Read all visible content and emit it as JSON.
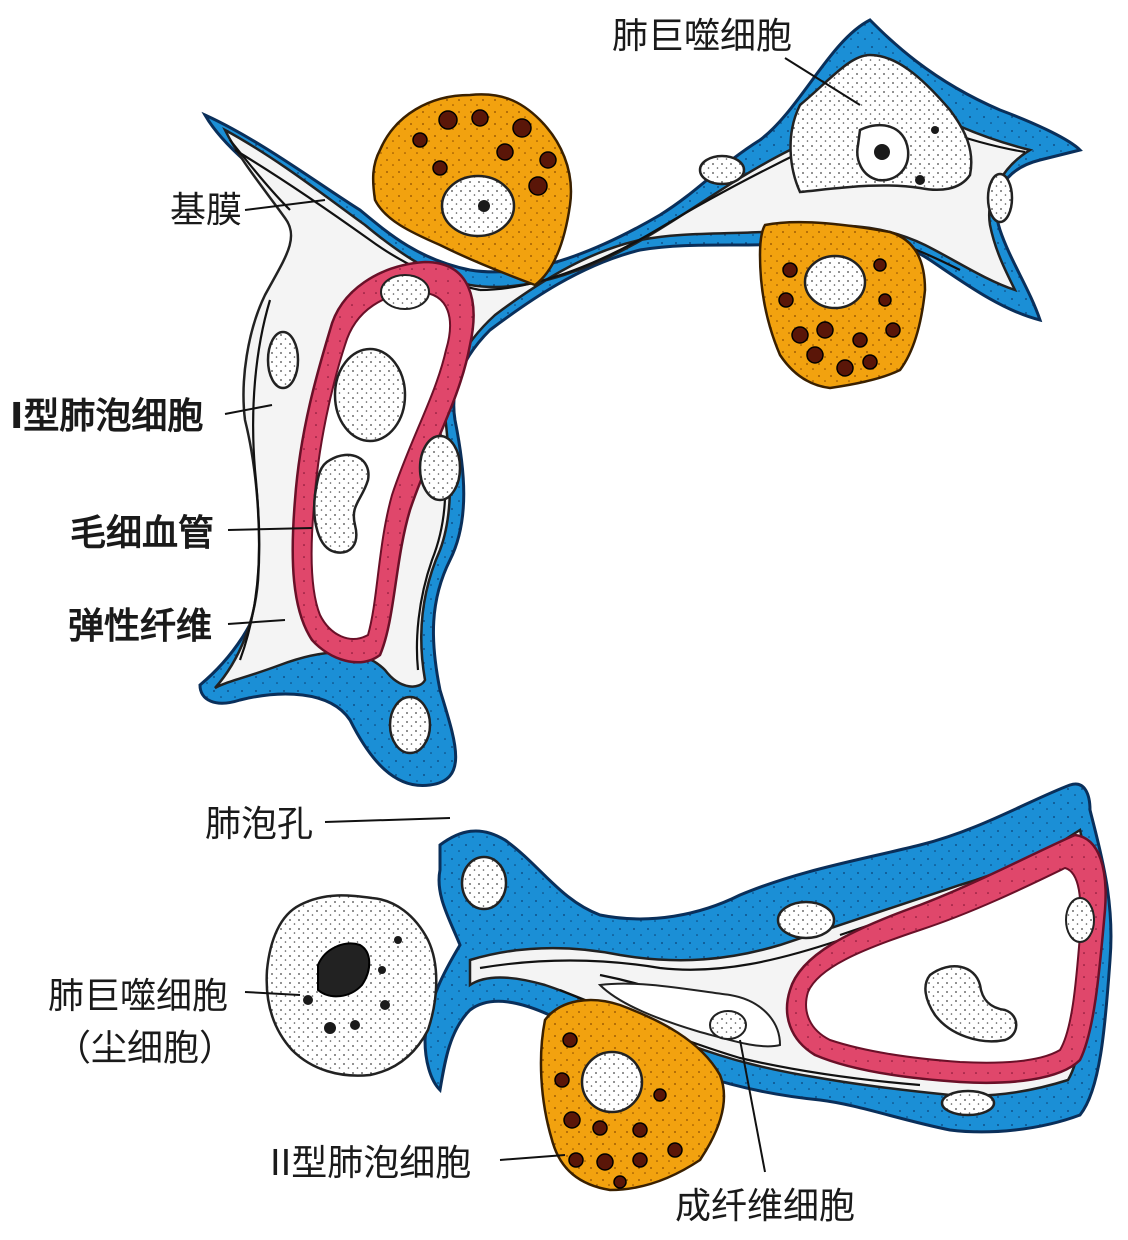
{
  "figure": {
    "labels": {
      "macrophage_top": "肺巨噬细胞",
      "basement_membrane": "基膜",
      "type1_cell": "I型肺泡细胞",
      "capillary": "毛细血管",
      "elastic_fiber": "弹性纤维",
      "alveolar_pore": "肺泡孔",
      "macrophage_bottom": "肺巨噬细胞",
      "dust_cell": "（尘细胞）",
      "type2_cell": "II型肺泡细胞",
      "fibroblast": "成纤维细胞"
    },
    "colors": {
      "type1_epithelium": "#1b8fd6",
      "type2_cell": "#f2a20f",
      "capillary_wall": "#e0476b",
      "connective_tissue": "#f4f4f4",
      "nucleus": "#ffffff",
      "granule": "#5a1608"
    }
  }
}
